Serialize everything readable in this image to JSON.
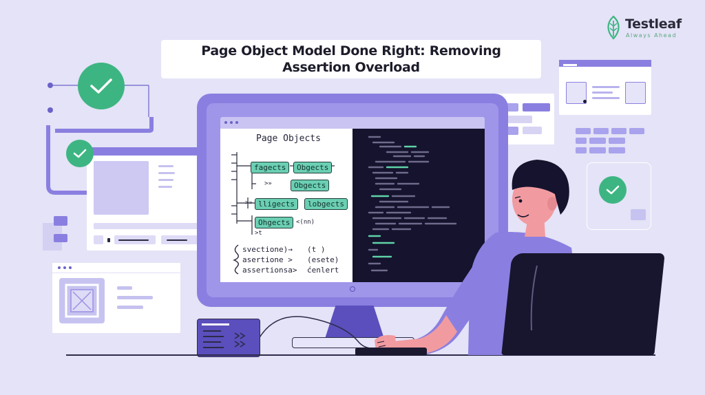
{
  "brand": {
    "name": "Testleaf",
    "tagline": "Always Ahead",
    "accent": "#8a7fe0",
    "green": "#3db582",
    "teal": "#6bcfb3"
  },
  "title": {
    "line1": "Page Object Model Done Right: Removing",
    "line2": "Assertion Overload"
  },
  "screen": {
    "panel_title": "Page Objects",
    "objects": [
      "fagects",
      "Obgects",
      "Obgects",
      "lligects",
      "lobgects",
      "Ohgects"
    ],
    "tree_markers": [
      ">»",
      ">»",
      "<(nn)",
      ">t"
    ],
    "assertions": [
      {
        "left": "svectione)→",
        "right": "(t )"
      },
      {
        "left": "asertione >",
        "right": "(esete)"
      },
      {
        "left": "assertionsa>",
        "right": "ćenlert"
      }
    ]
  },
  "icons": [
    "leaf-logo-icon",
    "check-icon",
    "close-icon",
    "image-placeholder-icon",
    "chevron-right-icon"
  ]
}
